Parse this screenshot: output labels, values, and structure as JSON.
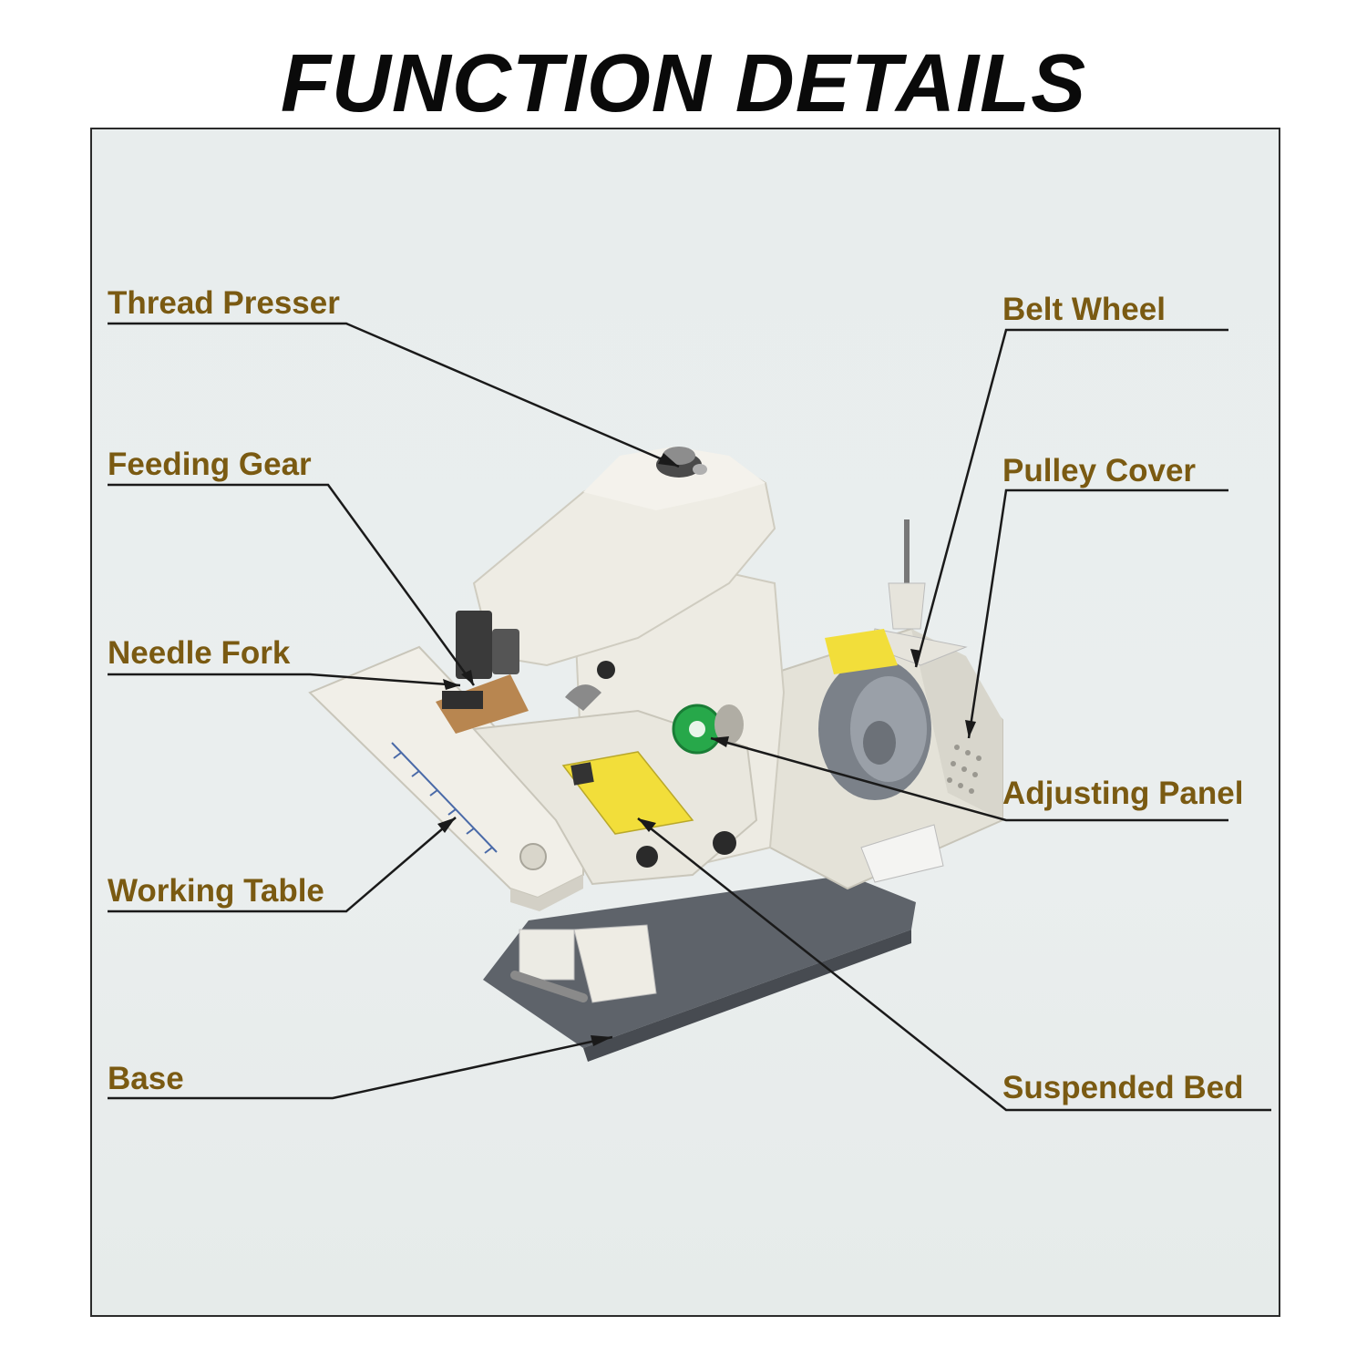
{
  "heading": "FUNCTION DETAILS",
  "labels": {
    "thread_presser": "Thread Presser",
    "feeding_gear": "Feeding Gear",
    "needle_fork": "Needle Fork",
    "working_table": "Working Table",
    "base": "Base",
    "belt_wheel": "Belt Wheel",
    "pulley_cover": "Pulley Cover",
    "adjusting_panel": "Adjusting Panel",
    "suspended_bed": "Suspended Bed"
  },
  "colors": {
    "label_text": "#7a5a12",
    "leader_line": "#1a1a1a",
    "machine_body": "#ebe9e0",
    "machine_base": "#5a5f66",
    "belt_wheel": "#7b8189",
    "adjust_dial": "#27a84a",
    "warning_label": "#f2de3a"
  }
}
